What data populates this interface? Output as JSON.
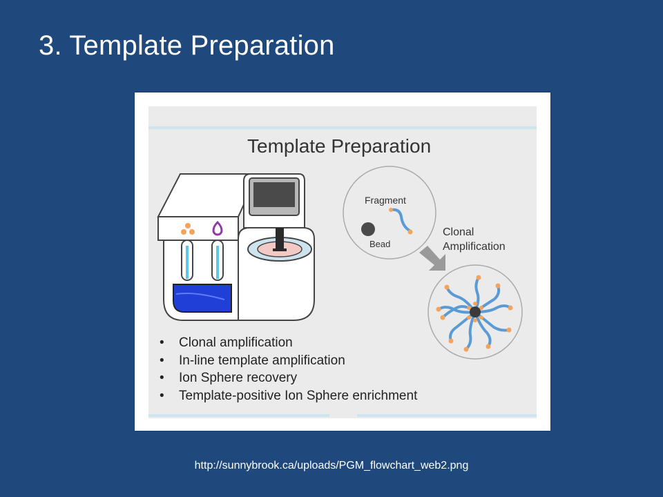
{
  "slide": {
    "title": "3. Template Preparation",
    "source_url": "http://sunnybrook.ca/uploads/PGM_flowchart_web2.png"
  },
  "diagram": {
    "title": "Template Preparation",
    "labels": {
      "fragment": "Fragment",
      "bead": "Bead",
      "clonal_line1": "Clonal",
      "clonal_line2": "Amplification"
    },
    "bullets": [
      "Clonal amplification",
      "In-line template amplification",
      "Ion Sphere recovery",
      "Template-positive Ion Sphere enrichment"
    ],
    "colors": {
      "slide_background": "#1f497d",
      "panel_background": "#ebebeb",
      "reservoir_blue": "#1f3fd6",
      "strand_blue": "#5b9bd5",
      "primer_orange": "#f4a35c",
      "dish_pink": "#f2c9c4"
    }
  }
}
